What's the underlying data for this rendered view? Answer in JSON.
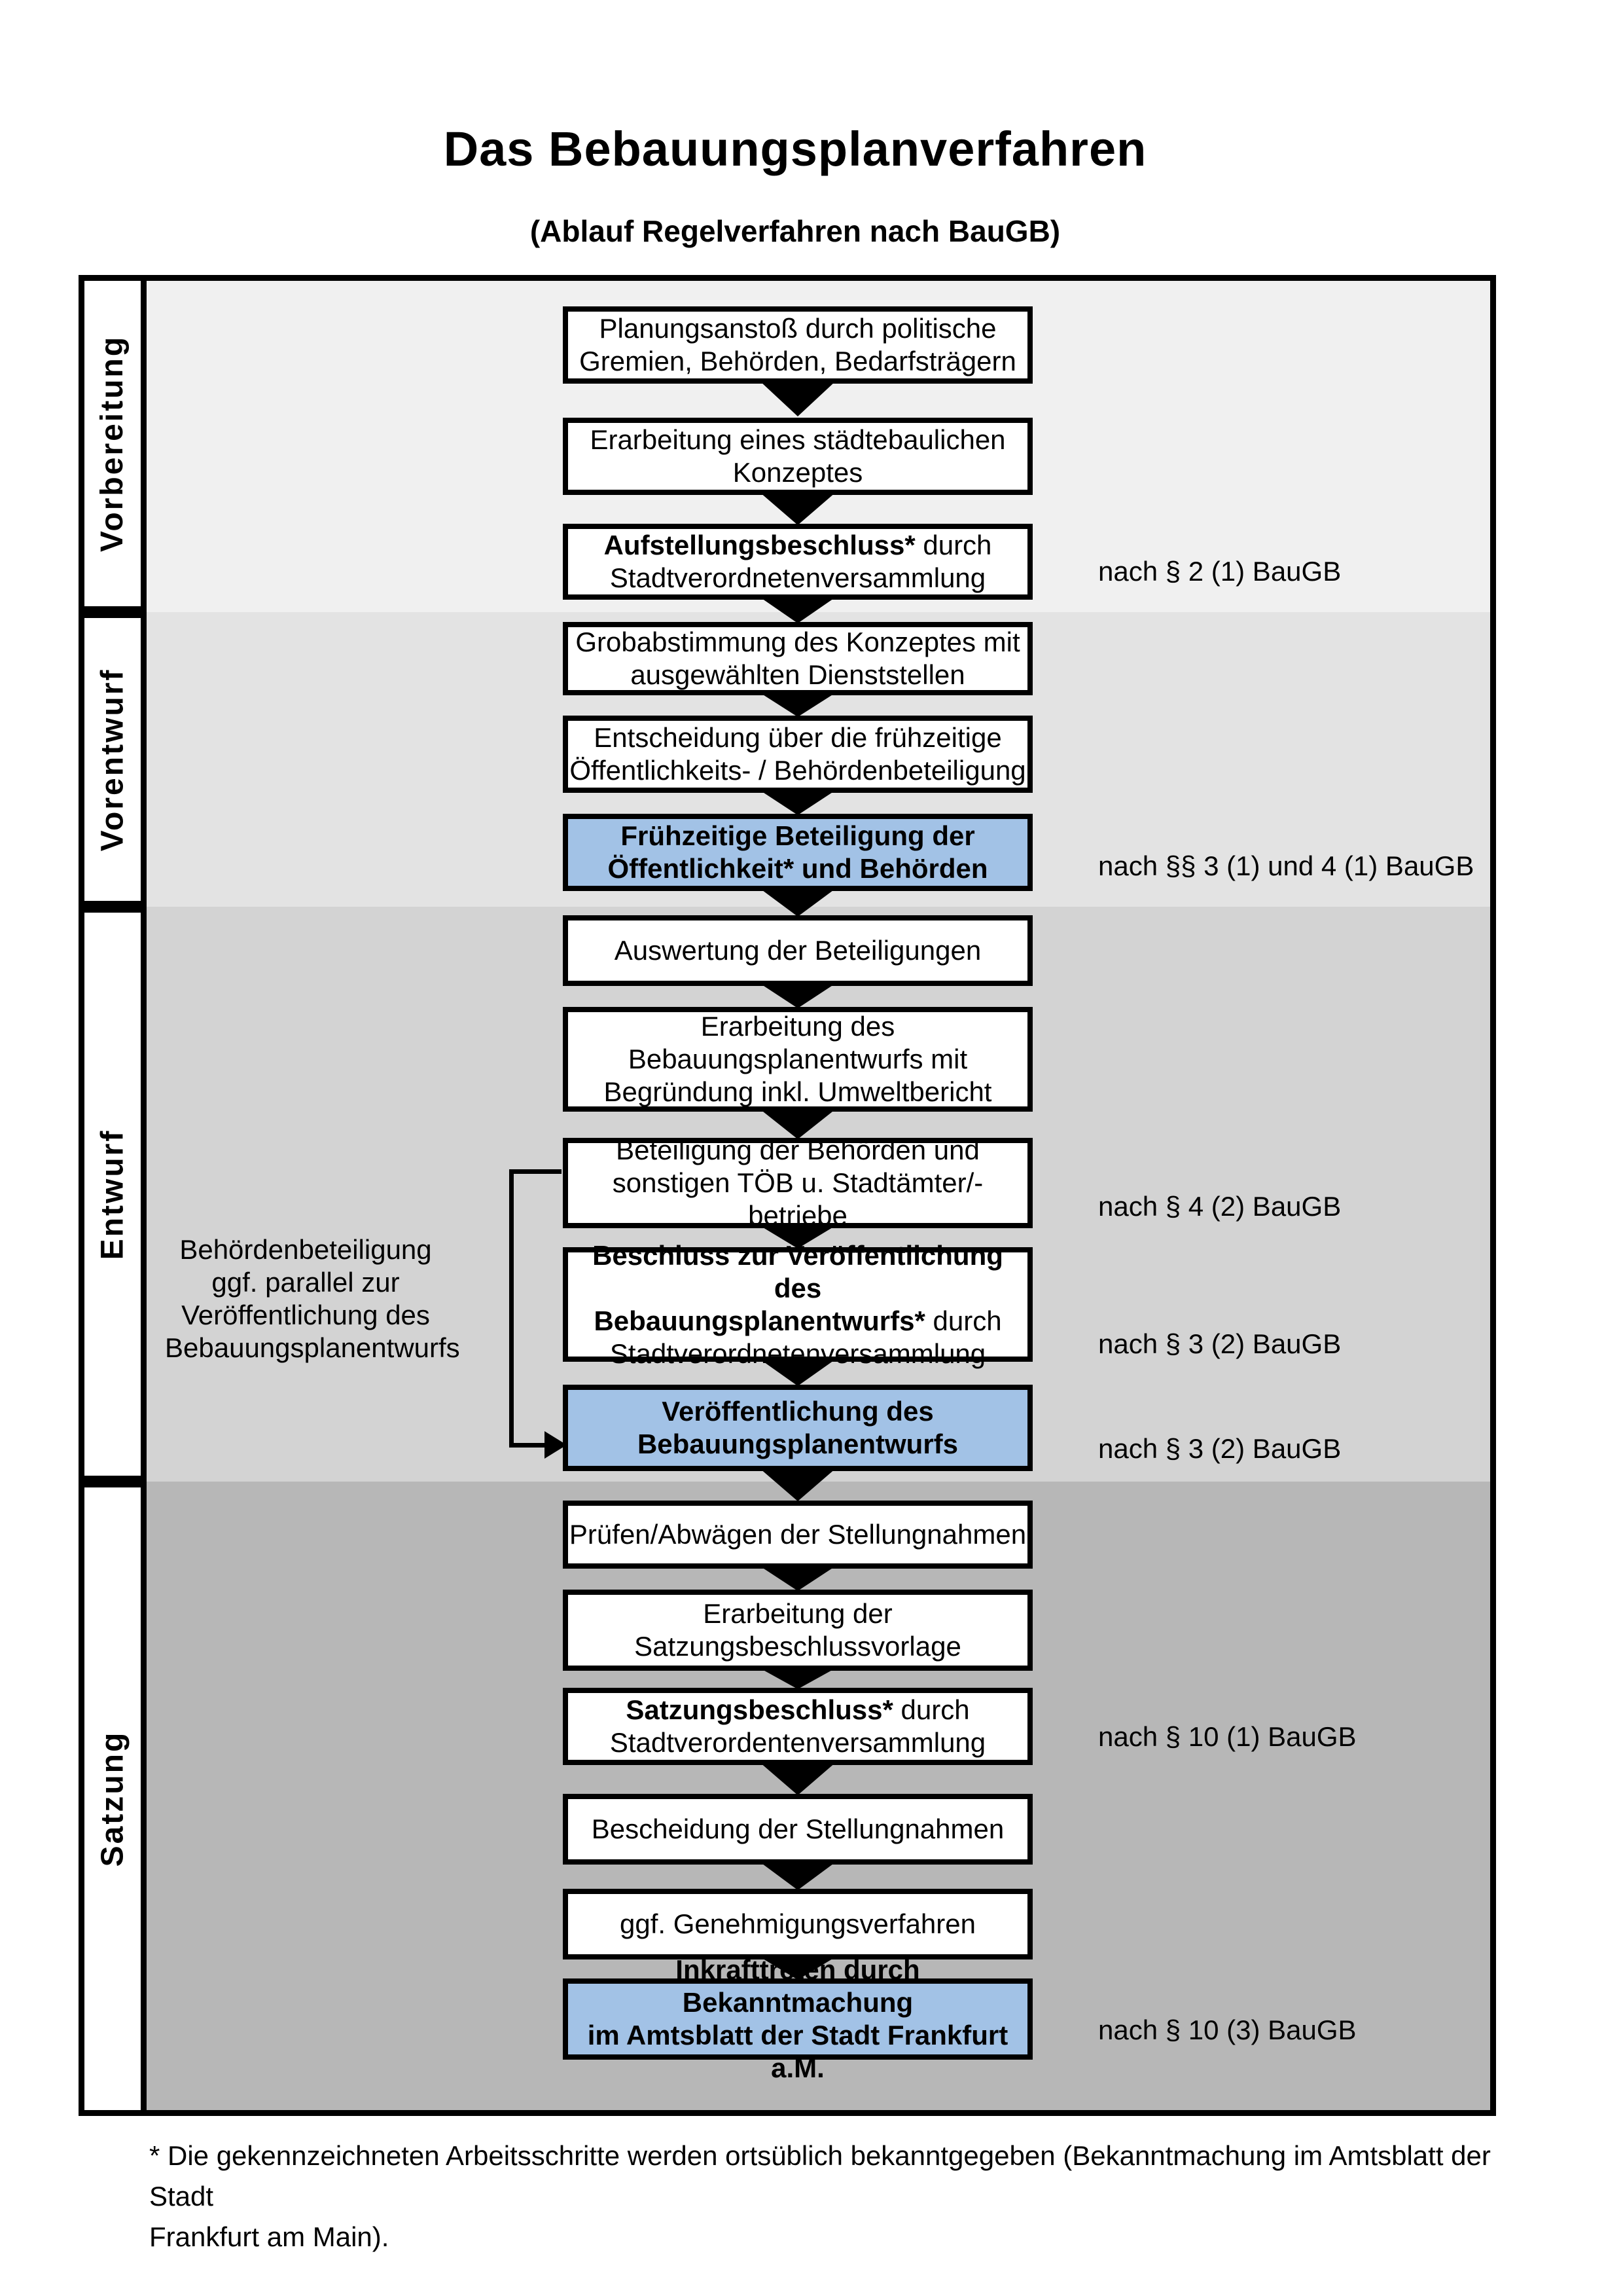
{
  "title": "Das Bebauungsplanverfahren",
  "subtitle": "(Ablauf Regelverfahren nach BauGB)",
  "sections": [
    {
      "label": "Vorbereitung"
    },
    {
      "label": "Vorentwurf"
    },
    {
      "label": "Entwurf"
    },
    {
      "label": "Satzung"
    }
  ],
  "steps": [
    {
      "lines": [
        {
          "bold": "",
          "rest": "Planungsanstoß durch politische"
        },
        {
          "bold": "",
          "rest": "Gremien, Behörden, Bedarfsträgern"
        }
      ]
    },
    {
      "lines": [
        {
          "bold": "",
          "rest": "Erarbeitung eines städtebaulichen"
        },
        {
          "bold": "",
          "rest": "Konzeptes"
        }
      ]
    },
    {
      "lines": [
        {
          "bold": "Aufstellungsbeschluss*",
          "rest": " durch"
        },
        {
          "bold": "",
          "rest": "Stadtverordnetenversammlung"
        }
      ]
    },
    {
      "lines": [
        {
          "bold": "",
          "rest": "Grobabstimmung des Konzeptes mit"
        },
        {
          "bold": "",
          "rest": "ausgewählten Dienststellen"
        }
      ]
    },
    {
      "lines": [
        {
          "bold": "",
          "rest": "Entscheidung über die frühzeitige"
        },
        {
          "bold": "",
          "rest": "Öffentlichkeits- / Behördenbeteiligung"
        }
      ]
    },
    {
      "lines": [
        {
          "bold": "Frühzeitige Beteiligung der",
          "rest": ""
        },
        {
          "bold": "Öffentlichkeit* und Behörden",
          "rest": ""
        }
      ]
    },
    {
      "lines": [
        {
          "bold": "",
          "rest": "Auswertung der Beteiligungen"
        }
      ]
    },
    {
      "lines": [
        {
          "bold": "",
          "rest": "Erarbeitung des"
        },
        {
          "bold": "",
          "rest": "Bebauungsplanentwurfs mit"
        },
        {
          "bold": "",
          "rest": "Begründung inkl. Umweltbericht"
        }
      ]
    },
    {
      "lines": [
        {
          "bold": "",
          "rest": "Beteiligung der Behörden und"
        },
        {
          "bold": "",
          "rest": "sonstigen TÖB u. Stadtämter/-betriebe"
        }
      ]
    },
    {
      "lines": [
        {
          "bold": "Beschluss zur Veröffentlichung des",
          "rest": ""
        },
        {
          "bold": "Bebauungsplanentwurfs*",
          "rest": " durch"
        },
        {
          "bold": "",
          "rest": "Stadtverordnetenversammlung"
        }
      ]
    },
    {
      "lines": [
        {
          "bold": "Veröffentlichung des",
          "rest": ""
        },
        {
          "bold": "Bebauungsplanentwurfs",
          "rest": ""
        }
      ]
    },
    {
      "lines": [
        {
          "bold": "",
          "rest": "Prüfen/Abwägen der Stellungnahmen"
        }
      ]
    },
    {
      "lines": [
        {
          "bold": "",
          "rest": "Erarbeitung der"
        },
        {
          "bold": "",
          "rest": "Satzungsbeschlussvorlage"
        }
      ]
    },
    {
      "lines": [
        {
          "bold": "Satzungsbeschluss*",
          "rest": " durch"
        },
        {
          "bold": "",
          "rest": "Stadtverordentenversammlung"
        }
      ]
    },
    {
      "lines": [
        {
          "bold": "",
          "rest": "Bescheidung der Stellungnahmen"
        }
      ]
    },
    {
      "lines": [
        {
          "bold": "",
          "rest": "ggf. Genehmigungsverfahren"
        }
      ]
    },
    {
      "lines": [
        {
          "bold": "Inkrafttreten",
          "rest": " durch Bekanntmachung"
        },
        {
          "bold": "",
          "rest": "im Amtsblatt der Stadt Frankfurt a.M."
        }
      ]
    }
  ],
  "laws": [
    "nach § 2 (1) BauGB",
    "nach §§ 3 (1) und 4 (1) BauGB",
    "nach § 4 (2) BauGB",
    "nach § 3 (2) BauGB",
    "nach § 3 (2) BauGB",
    "nach § 10 (1) BauGB",
    "nach § 10 (3) BauGB"
  ],
  "side_note": {
    "lines": [
      "Behördenbeteiligung",
      "ggf. parallel zur",
      "Veröffentlichung des",
      "Bebauungsplanentwurfs"
    ]
  },
  "footnote": {
    "lines": [
      "* Die gekennzeichneten Arbeitsschritte werden ortsüblich bekanntgegeben (Bekanntmachung im Amtsblatt der Stadt",
      "Frankfurt am Main)."
    ]
  },
  "colors": {
    "highlight_blue": "#a2c2e6",
    "band_vorbereitung": "#f0f0f0",
    "band_vorentwurf": "#e3e3e3",
    "band_entwurf": "#d3d3d3",
    "band_satzung": "#b7b7b7"
  }
}
